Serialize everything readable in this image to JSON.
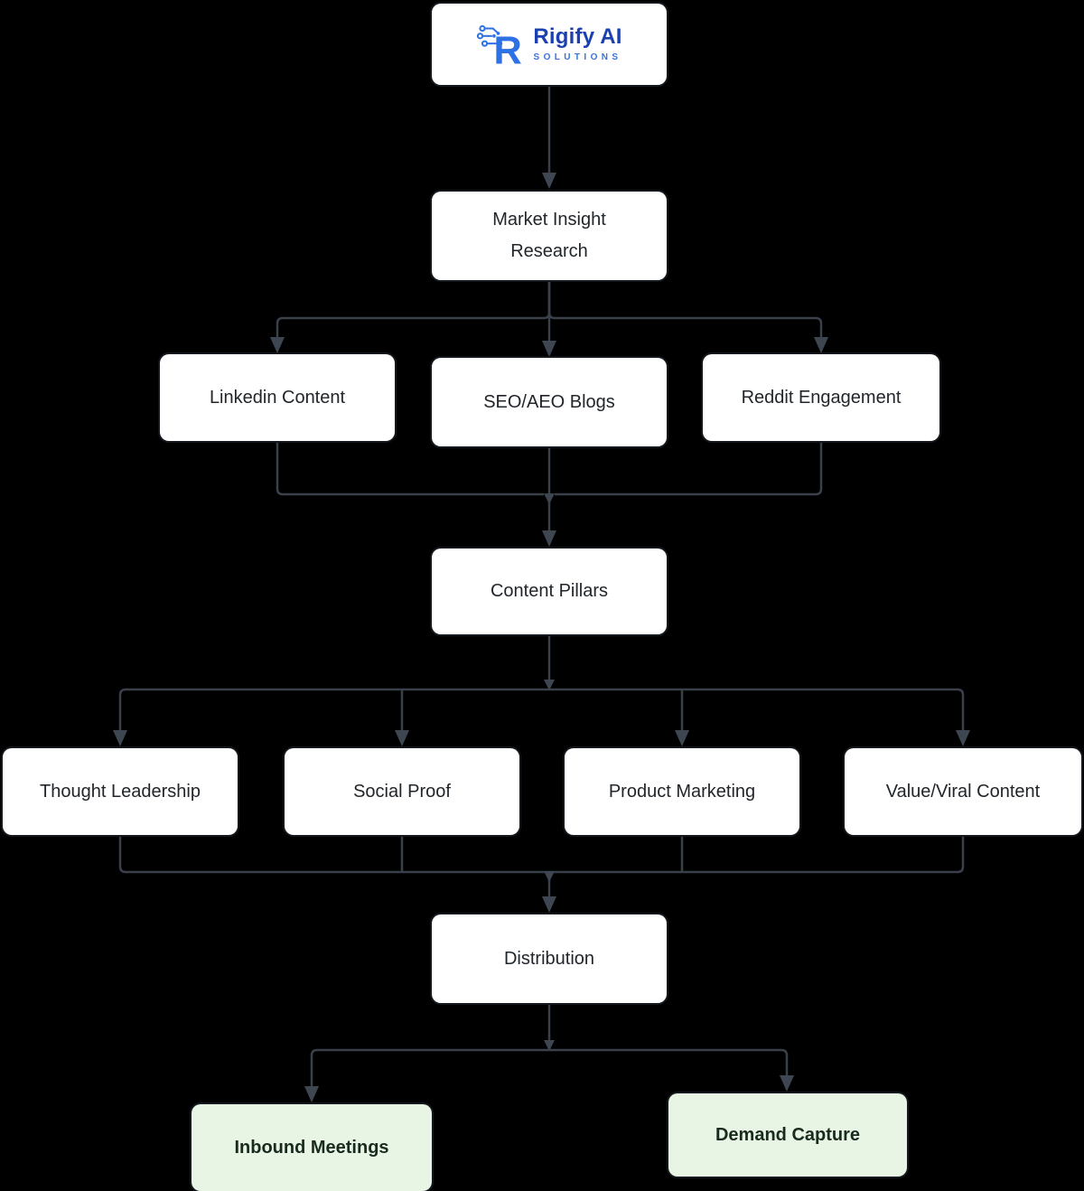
{
  "logo": {
    "brand": "Rigify AI",
    "subtitle": "SOLUTIONS",
    "mark_letter": "R",
    "icon": "circuit-r-logo"
  },
  "nodes": {
    "market": {
      "label": "Market Insight Research"
    },
    "linkedin": {
      "label": "Linkedin Content"
    },
    "seo": {
      "label": "SEO/AEO Blogs"
    },
    "reddit": {
      "label": "Reddit Engagement"
    },
    "pillars": {
      "label": "Content Pillars"
    },
    "thought": {
      "label": "Thought Leadership"
    },
    "social": {
      "label": "Social Proof"
    },
    "product": {
      "label": "Product Marketing"
    },
    "value": {
      "label": "Value/Viral Content"
    },
    "distribution": {
      "label": "Distribution"
    },
    "inbound": {
      "label": "Inbound Meetings"
    },
    "demand": {
      "label": "Demand Capture"
    }
  },
  "edges": [
    {
      "from": "logo",
      "to": "market"
    },
    {
      "from": "market",
      "to": "linkedin"
    },
    {
      "from": "market",
      "to": "seo"
    },
    {
      "from": "market",
      "to": "reddit"
    },
    {
      "from": "linkedin",
      "to": "pillars"
    },
    {
      "from": "seo",
      "to": "pillars"
    },
    {
      "from": "reddit",
      "to": "pillars"
    },
    {
      "from": "pillars",
      "to": "thought"
    },
    {
      "from": "pillars",
      "to": "social"
    },
    {
      "from": "pillars",
      "to": "product"
    },
    {
      "from": "pillars",
      "to": "value"
    },
    {
      "from": "thought",
      "to": "distribution"
    },
    {
      "from": "social",
      "to": "distribution"
    },
    {
      "from": "product",
      "to": "distribution"
    },
    {
      "from": "value",
      "to": "distribution"
    },
    {
      "from": "distribution",
      "to": "inbound"
    },
    {
      "from": "distribution",
      "to": "demand"
    }
  ],
  "colors": {
    "background": "#000000",
    "node_background": "#ffffff",
    "node_text": "#21262b",
    "outcome_background": "#e8f5e4",
    "outcome_text": "#182b1e",
    "connector": "#39404a",
    "arrowhead": "#3e4651",
    "logo_mark_blue": "#2e71e5",
    "logo_text_blue": "#1d40b0",
    "logo_subtitle_blue": "#3b72d9"
  }
}
